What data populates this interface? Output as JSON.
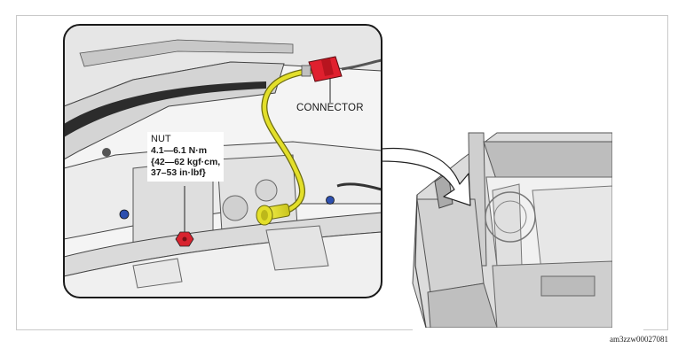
{
  "labels": {
    "connector": "CONNECTOR",
    "nut_title": "NUT",
    "nut_spec_line1": "4.1—6.1 N·m",
    "nut_spec_line2": "{42—62 kgf·cm,",
    "nut_spec_line3": "37–53 in·lbf}"
  },
  "figure_id": "am3zzw00027081",
  "colors": {
    "connector": "#e0202e",
    "cable": "#e3df2a",
    "cable_outline": "#6b6a10",
    "nut": "#d8232f",
    "bolt": "#2d4fae",
    "panel": "#ededed",
    "line": "#333333"
  }
}
